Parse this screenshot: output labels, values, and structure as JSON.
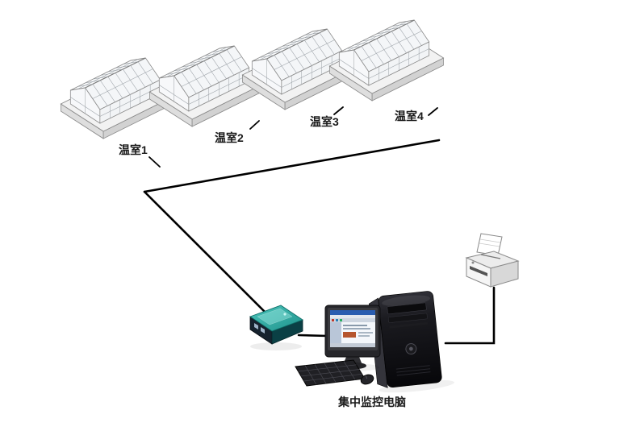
{
  "diagram": {
    "greenhouses": [
      {
        "label": "温室1"
      },
      {
        "label": "温室2"
      },
      {
        "label": "温室3"
      },
      {
        "label": "温室4"
      }
    ],
    "computer": {
      "label": "集中监控电脑"
    },
    "devices": {
      "converter": "serial-converter-device",
      "computer": "central-monitoring-pc",
      "printer": "printer-device"
    },
    "colors": {
      "connection_line": "#000000",
      "converter_teal": "#2fa9a1",
      "converter_front": "#16222e",
      "tower_black": "#0a0a0c",
      "screen_titlebar_blue": "#2a5db0",
      "background": "#ffffff"
    }
  }
}
